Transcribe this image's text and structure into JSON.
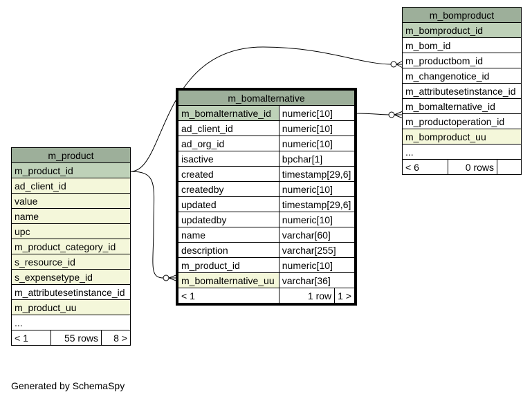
{
  "tables": {
    "m_bomproduct": {
      "name": "m_bomproduct",
      "columns": [
        {
          "name": "m_bomproduct_id",
          "kind": "pk"
        },
        {
          "name": "m_bom_id",
          "kind": "plain"
        },
        {
          "name": "m_productbom_id",
          "kind": "plain"
        },
        {
          "name": "m_changenotice_id",
          "kind": "plain"
        },
        {
          "name": "m_attributesetinstance_id",
          "kind": "plain"
        },
        {
          "name": "m_bomalternative_id",
          "kind": "plain"
        },
        {
          "name": "m_productoperation_id",
          "kind": "plain"
        },
        {
          "name": "m_bomproduct_uu",
          "kind": "idx"
        },
        {
          "name": "...",
          "kind": "plain"
        }
      ],
      "footer": {
        "left": "< 6",
        "mid": "0 rows",
        "right": ""
      }
    },
    "m_bomalternative": {
      "name": "m_bomalternative",
      "columns": [
        {
          "name": "m_bomalternative_id",
          "type": "numeric[10]",
          "kind": "pk"
        },
        {
          "name": "ad_client_id",
          "type": "numeric[10]",
          "kind": "plain"
        },
        {
          "name": "ad_org_id",
          "type": "numeric[10]",
          "kind": "plain"
        },
        {
          "name": "isactive",
          "type": "bpchar[1]",
          "kind": "plain"
        },
        {
          "name": "created",
          "type": "timestamp[29,6]",
          "kind": "plain"
        },
        {
          "name": "createdby",
          "type": "numeric[10]",
          "kind": "plain"
        },
        {
          "name": "updated",
          "type": "timestamp[29,6]",
          "kind": "plain"
        },
        {
          "name": "updatedby",
          "type": "numeric[10]",
          "kind": "plain"
        },
        {
          "name": "name",
          "type": "varchar[60]",
          "kind": "plain"
        },
        {
          "name": "description",
          "type": "varchar[255]",
          "kind": "plain"
        },
        {
          "name": "m_product_id",
          "type": "numeric[10]",
          "kind": "plain"
        },
        {
          "name": "m_bomalternative_uu",
          "type": "varchar[36]",
          "kind": "idx"
        }
      ],
      "footer": {
        "left": "< 1",
        "mid": "1 row",
        "right": "1 >"
      }
    },
    "m_product": {
      "name": "m_product",
      "columns": [
        {
          "name": "m_product_id",
          "kind": "pk"
        },
        {
          "name": "ad_client_id",
          "kind": "idx"
        },
        {
          "name": "value",
          "kind": "idx"
        },
        {
          "name": "name",
          "kind": "idx"
        },
        {
          "name": "upc",
          "kind": "idx"
        },
        {
          "name": "m_product_category_id",
          "kind": "idx"
        },
        {
          "name": "s_resource_id",
          "kind": "idx"
        },
        {
          "name": "s_expensetype_id",
          "kind": "idx"
        },
        {
          "name": "m_attributesetinstance_id",
          "kind": "plain"
        },
        {
          "name": "m_product_uu",
          "kind": "idx"
        },
        {
          "name": "...",
          "kind": "plain"
        }
      ],
      "footer": {
        "left": "< 1",
        "mid": "55 rows",
        "right": "8 >"
      }
    }
  },
  "footer_text": "Generated by SchemaSpy"
}
